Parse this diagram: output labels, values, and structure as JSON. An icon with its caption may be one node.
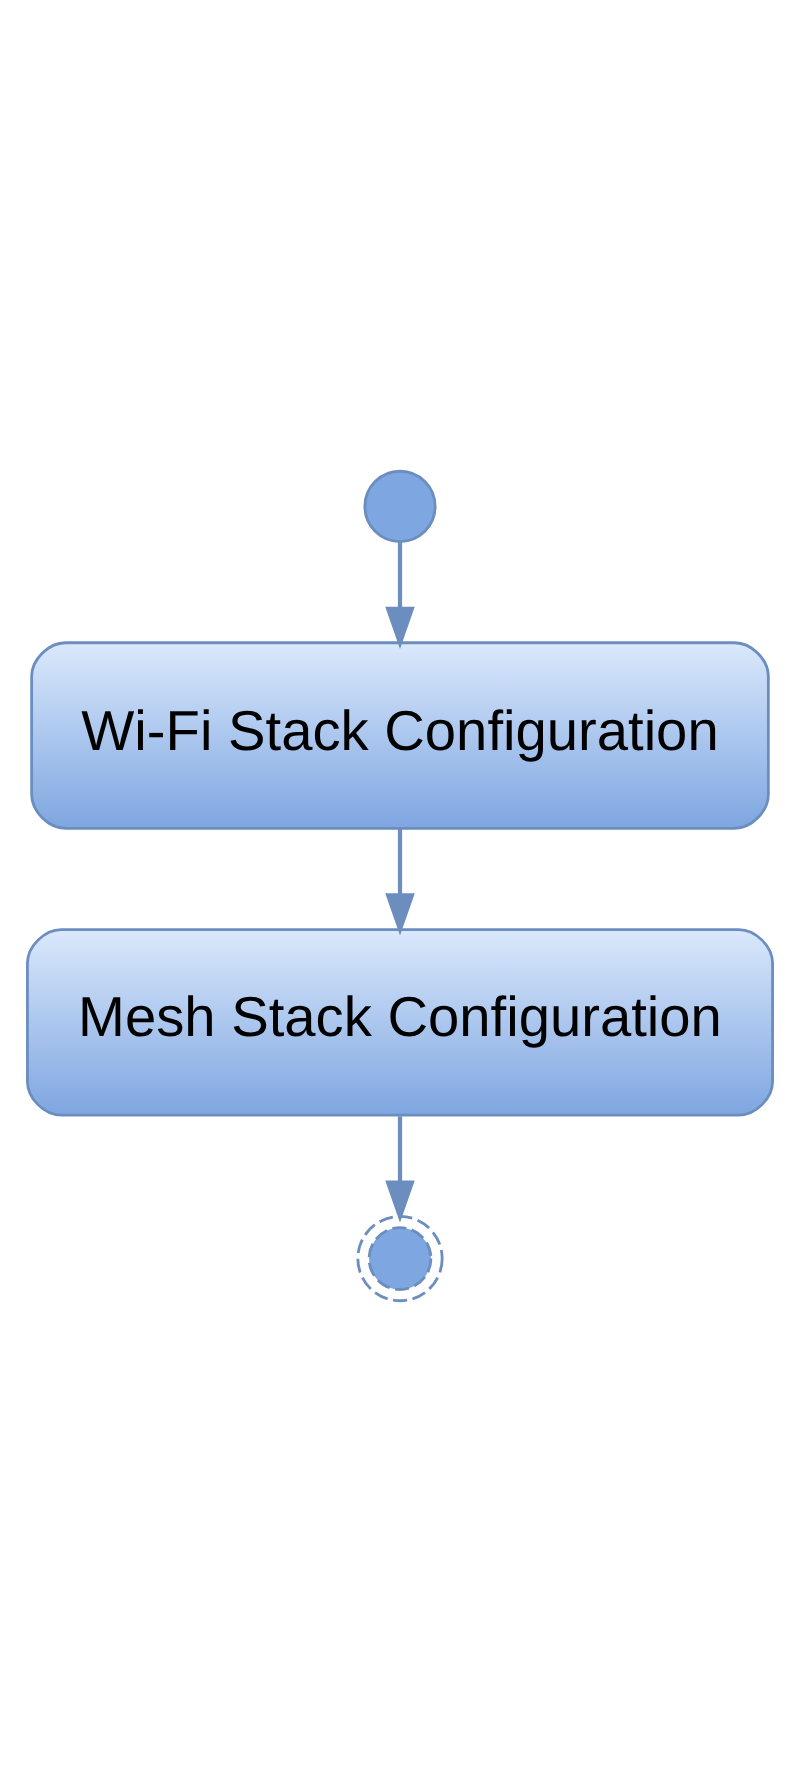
{
  "diagram": {
    "nodes": [
      {
        "text": [],
        "shape": "circle"
      },
      {
        "text": [
          "Wi-Fi Stack Configuration"
        ]
      },
      {
        "text": [
          "Mesh Stack Configuration"
        ]
      },
      {
        "text": [],
        "shape": "circle"
      }
    ],
    "edges": [
      {
        "from": 0,
        "to": 1,
        "arrow": "to"
      },
      {
        "from": 1,
        "to": 2,
        "arrow": "to"
      },
      {
        "from": 2,
        "to": 3,
        "arrow": "to"
      }
    ]
  }
}
